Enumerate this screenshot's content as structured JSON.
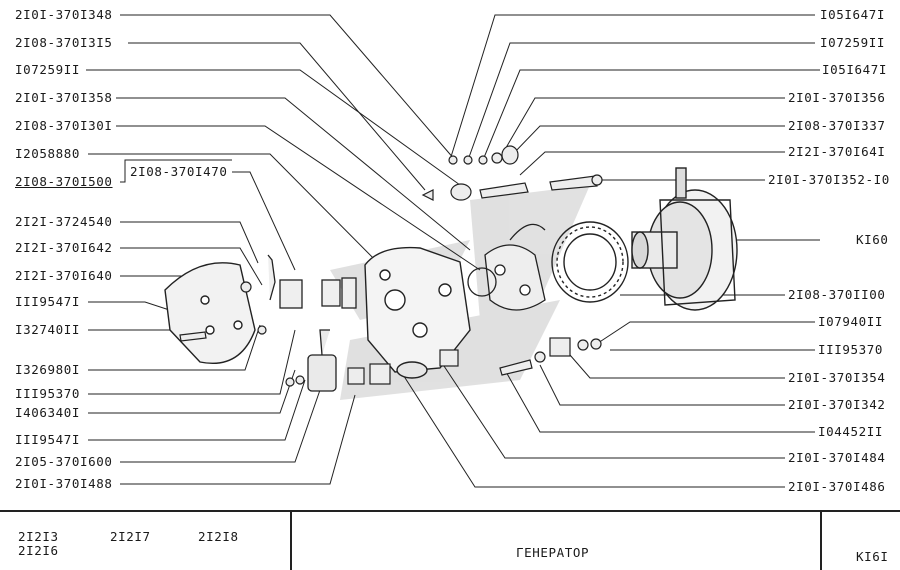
{
  "left_labels": [
    "2I0I-370I348",
    "2I08-370I3I5",
    "I07259II",
    "2I0I-370I358",
    "2I08-370I30I",
    "I2058880",
    "2I08-370I500",
    "2I08-370I470",
    "2I2I-3724540",
    "2I2I-370I642",
    "2I2I-370I640",
    "III9547I",
    "I32740II",
    "I326980I",
    "III95370",
    "I406340I",
    "III9547I",
    "2I05-370I600",
    "2I0I-370I488"
  ],
  "right_labels": [
    "I05I647I",
    "I07259II",
    "I05I647I",
    "2I0I-370I356",
    "2I08-370I337",
    "2I2I-370I64I",
    "2I0I-370I352-I0",
    "KI60",
    "2I08-370II00",
    "I07940II",
    "III95370",
    "2I0I-370I354",
    "2I0I-370I342",
    "I04452II",
    "2I0I-370I484",
    "2I0I-370I486"
  ],
  "footer": {
    "models": [
      "2I2I3",
      "2I2I6",
      "2I2I7",
      "2I2I8"
    ],
    "title": "ГЕНЕРАТОР",
    "code": "KI6I"
  }
}
